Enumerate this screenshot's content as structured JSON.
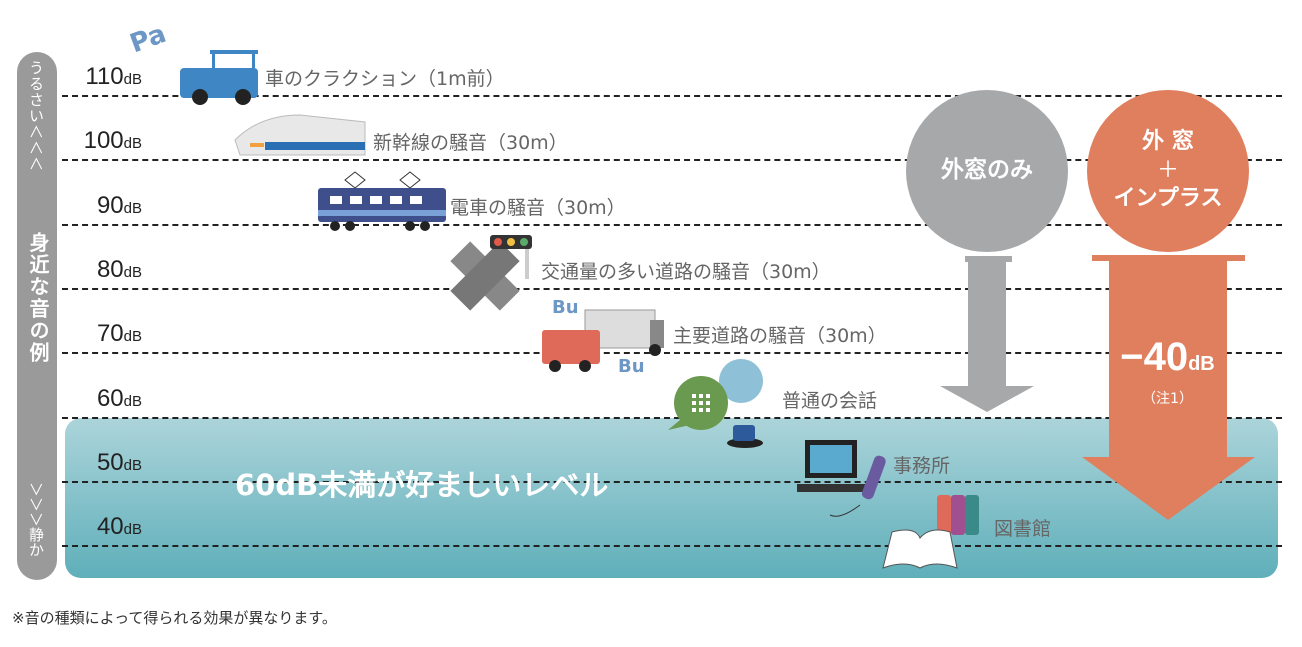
{
  "scale": {
    "top": "うるさい＜＜＜",
    "title": "身近な音の例",
    "bottom": "＞＞＞静か"
  },
  "levels": [
    {
      "n": "110",
      "u": "dB"
    },
    {
      "n": "100",
      "u": "dB"
    },
    {
      "n": "90",
      "u": "dB"
    },
    {
      "n": "80",
      "u": "dB"
    },
    {
      "n": "70",
      "u": "dB"
    },
    {
      "n": "60",
      "u": "dB"
    },
    {
      "n": "50",
      "u": "dB"
    },
    {
      "n": "40",
      "u": "dB"
    }
  ],
  "examples": [
    "車のクラクション（1m前）",
    "新幹線の騒音（30m）",
    "電車の騒音（30m）",
    "交通量の多い道路の騒音（30m）",
    "主要道路の騒音（30m）",
    "普通の会話",
    "事務所",
    "図書館"
  ],
  "goal": "60dB未満が好ましいレベル",
  "outer_only": "外窓のみ",
  "combo": {
    "line1": "外 窓",
    "plus": "＋",
    "line2": "インプラス"
  },
  "reduction": {
    "value": "−40",
    "unit": "dB",
    "note": "（注1）"
  },
  "icon_text": {
    "pa": "Pa",
    "bu": "Bu"
  },
  "footnote": "※音の種類によって得られる効果が異なります。",
  "colors": {
    "gray": "#a7a8aa",
    "orange": "#e07f5e",
    "teal": "#5fafba"
  }
}
